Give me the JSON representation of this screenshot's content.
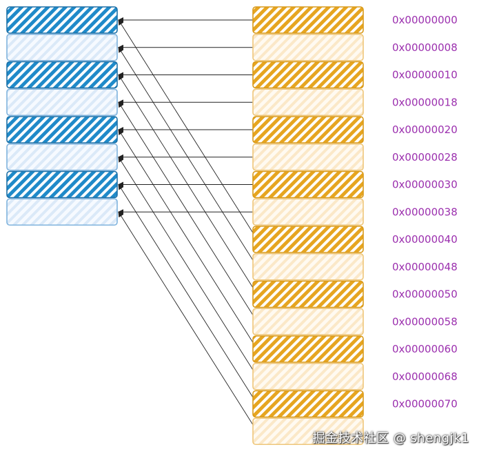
{
  "diagram": {
    "cache_lines": [
      {
        "style": "dark"
      },
      {
        "style": "light"
      },
      {
        "style": "dark"
      },
      {
        "style": "light"
      },
      {
        "style": "dark"
      },
      {
        "style": "light"
      },
      {
        "style": "dark"
      },
      {
        "style": "light"
      }
    ],
    "memory_blocks": [
      {
        "address": "0x00000000",
        "style": "dark"
      },
      {
        "address": "0x00000008",
        "style": "light"
      },
      {
        "address": "0x00000010",
        "style": "dark"
      },
      {
        "address": "0x00000018",
        "style": "light"
      },
      {
        "address": "0x00000020",
        "style": "dark"
      },
      {
        "address": "0x00000028",
        "style": "light"
      },
      {
        "address": "0x00000030",
        "style": "dark"
      },
      {
        "address": "0x00000038",
        "style": "light"
      },
      {
        "address": "0x00000040",
        "style": "dark"
      },
      {
        "address": "0x00000048",
        "style": "light"
      },
      {
        "address": "0x00000050",
        "style": "dark"
      },
      {
        "address": "0x00000058",
        "style": "light"
      },
      {
        "address": "0x00000060",
        "style": "dark"
      },
      {
        "address": "0x00000068",
        "style": "light"
      },
      {
        "address": "0x00000070",
        "style": "dark"
      },
      {
        "address": "",
        "style": "light"
      }
    ],
    "mapping_rule": "memory block i maps to cache line (i mod 8)",
    "colors": {
      "cache_dark": "#1f8ac9",
      "cache_light": "#e8f1fb",
      "cache_border": "#1c6fa6",
      "memory_dark": "#e6a520",
      "memory_light": "#fdf2df",
      "memory_border": "#d99a1a",
      "address_text": "#9b2fae",
      "arrow": "#222222"
    }
  },
  "watermark": "掘金技术社区 @ shengjk1"
}
